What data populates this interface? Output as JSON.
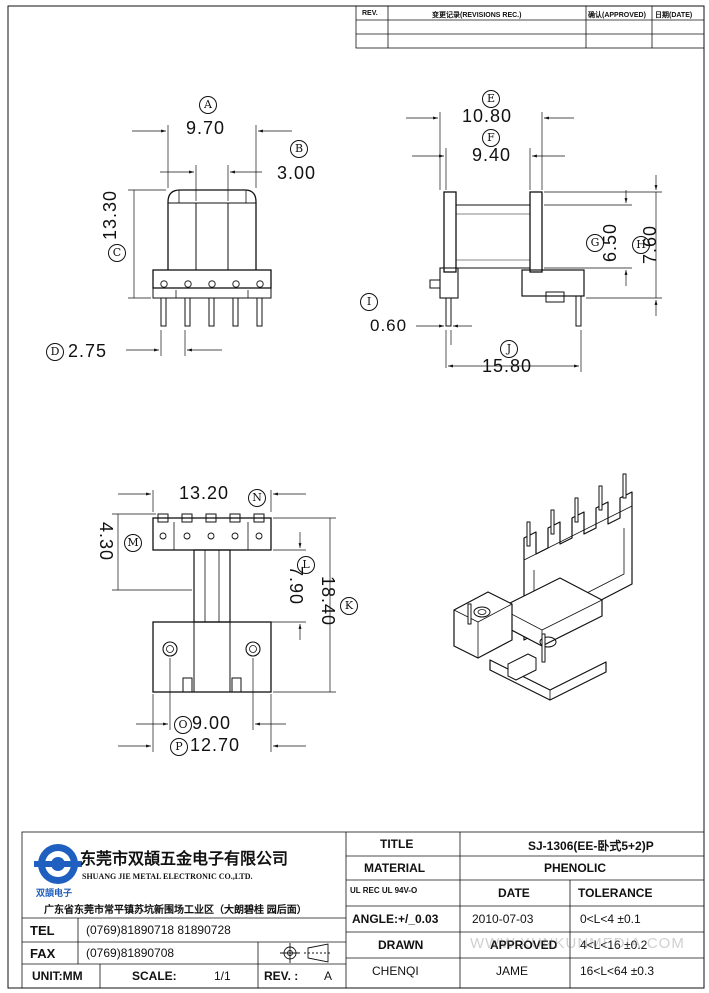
{
  "revision_table": {
    "col_rev": "REV.",
    "col_record": "变更记录(REVISIONS REC.)",
    "col_approved": "确认(APPROVED)",
    "col_date": "日期(DATE)"
  },
  "dimensions": {
    "A": {
      "letter": "A",
      "value": "9.70"
    },
    "B": {
      "letter": "B",
      "value": "3.00"
    },
    "C": {
      "letter": "C",
      "value": "13.30"
    },
    "D": {
      "letter": "D",
      "value": "2.75"
    },
    "E": {
      "letter": "E",
      "value": "10.80"
    },
    "F": {
      "letter": "F",
      "value": "9.40"
    },
    "G": {
      "letter": "G",
      "value": "6.50"
    },
    "H": {
      "letter": "H",
      "value": "7.60"
    },
    "I": {
      "letter": "I",
      "value": "0.60"
    },
    "J": {
      "letter": "J",
      "value": "15.80"
    },
    "K": {
      "letter": "K",
      "value": "18.40"
    },
    "L": {
      "letter": "L",
      "value": "7.90"
    },
    "M": {
      "letter": "M",
      "value": "4.30"
    },
    "N": {
      "letter": "N",
      "value": "13.20"
    },
    "O": {
      "letter": "O",
      "value": "9.00"
    },
    "P": {
      "letter": "P",
      "value": "12.70"
    }
  },
  "company": {
    "name_cn": "东莞市双頡五金电子有限公司",
    "name_en": "SHUANG JIE METAL ELECTRONIC CO.,LTD.",
    "logo_text": "双頡电子",
    "address": "广东省东莞市常平镇苏坑新围场工业区（大朗碧桂 园后面）"
  },
  "contact": {
    "tel_label": "TEL",
    "tel_value": "(0769)81890718  81890728",
    "fax_label": "FAX",
    "fax_value": "(0769)81890708"
  },
  "footer": {
    "unit_label": "UNIT:MM",
    "scale_label": "SCALE:",
    "scale_value": "1/1",
    "rev_label": "REV. :",
    "rev_value": "A"
  },
  "title_block": {
    "title_label": "TITLE",
    "title_value": "SJ-1306(EE-卧式5+2)P",
    "material_label": "MATERIAL",
    "material_value": "PHENOLIC",
    "ul_label": "UL  REC  UL  94V-O",
    "date_label": "DATE",
    "tolerance_label": "TOLERANCE",
    "angle_label": "ANGLE:+/_0.03",
    "date_value": "2010-07-03",
    "tol1": "0<L<4   ±0.1",
    "drawn_label": "DRAWN",
    "approved_label": "APPROVED",
    "tol2": "4<L<16   ±0.2",
    "drawn_value": "CHENQI",
    "approved_value": "JAME",
    "tol3": "16<L<64  ±0.3"
  },
  "watermark": "WWW.XUNKUNMEDIA.COM"
}
